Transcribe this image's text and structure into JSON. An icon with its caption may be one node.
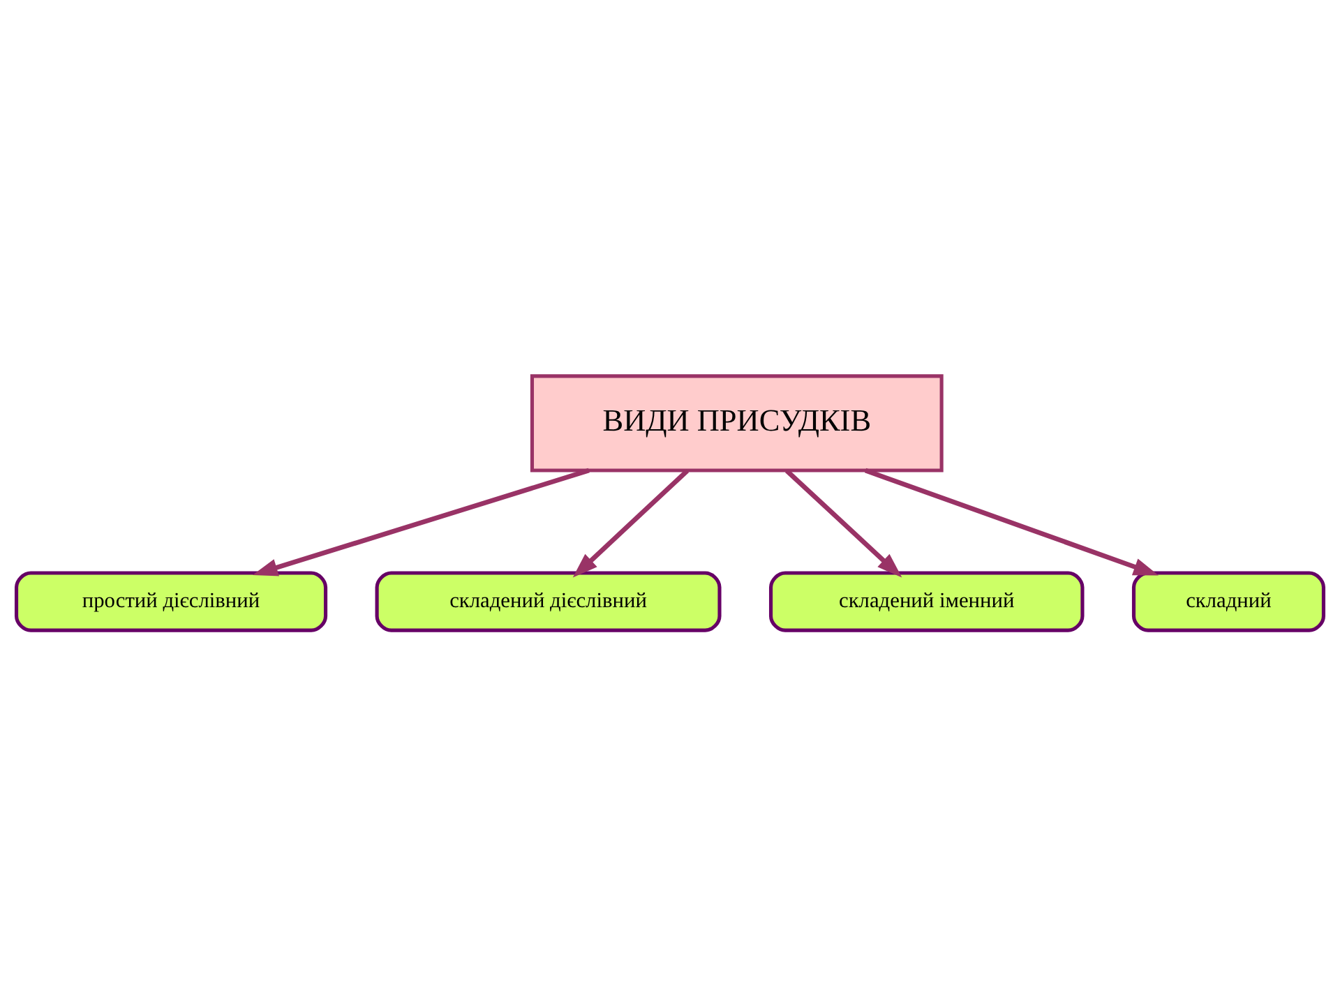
{
  "diagram": {
    "nodes": [
      {
        "text": [
          "ВИДИ ПРИСУДКІВ"
        ]
      },
      {
        "text": [
          "простий дієслівний"
        ]
      },
      {
        "text": [
          "складний"
        ]
      },
      {
        "text": [
          "складений дієслівний"
        ]
      },
      {
        "text": [
          "складений іменний"
        ]
      }
    ],
    "edges": [
      {
        "from": 0,
        "to": 1,
        "arrow": "to"
      },
      {
        "from": 0,
        "to": 3,
        "arrow": "to"
      },
      {
        "from": 0,
        "to": 4,
        "arrow": "to"
      },
      {
        "from": 0,
        "to": 2,
        "arrow": "to"
      }
    ]
  }
}
